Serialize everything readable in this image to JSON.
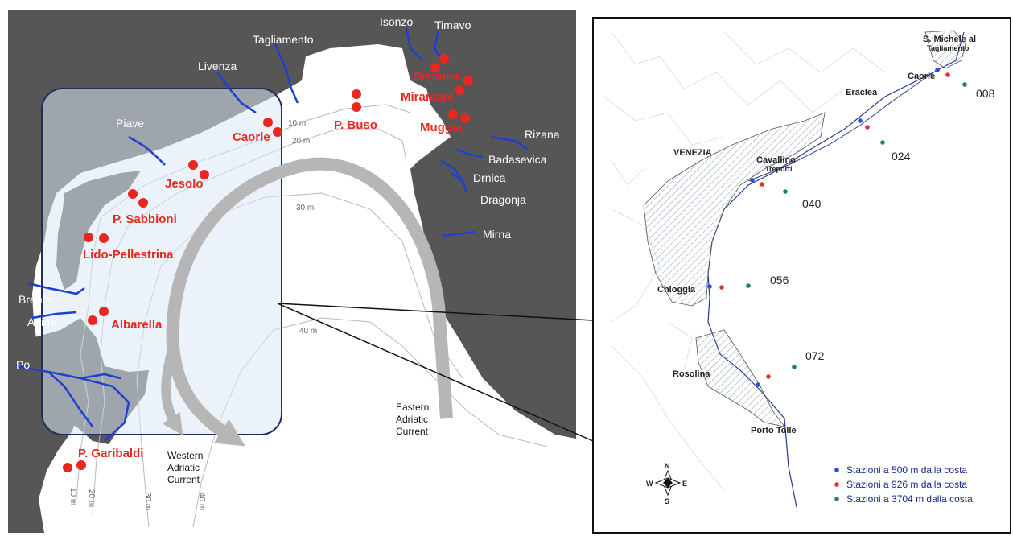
{
  "colors": {
    "land": "#565656",
    "sea": "#ffffff",
    "river": "#1f3fd1",
    "site": "#e8281e",
    "highlight_fill": "#dbe7f6",
    "highlight_stroke": "#1f2f5a",
    "current": "#b6b6b6",
    "station_500": "#2a4fd8",
    "station_926": "#e03030",
    "station_3704": "#1e8a4a"
  },
  "left_map": {
    "rivers": [
      "Isonzo",
      "Timavo",
      "Tagliamento",
      "Livenza",
      "Piave",
      "Rizana",
      "Badasevica",
      "Drnica",
      "Dragonja",
      "Mirna",
      "Brenta",
      "Adige",
      "Po"
    ],
    "sites": [
      "Sistiana",
      "Miramare",
      "Muggia",
      "P. Buso",
      "Caorle",
      "Jesolo",
      "P. Sabbioni",
      "Lido-Pellestrina",
      "Albarella",
      "P. Garibaldi"
    ],
    "depths": [
      "10 m",
      "20 m",
      "30 m",
      "40 m",
      "10 m",
      "20 m",
      "30 m",
      "40 m"
    ],
    "currents": [
      {
        "lines": [
          "Western",
          "Adriatic",
          "Current"
        ]
      },
      {
        "lines": [
          "Eastern",
          "Adriatic",
          "Current"
        ]
      }
    ]
  },
  "right_map": {
    "towns": [
      "S. Michele al",
      "Tagliamento",
      "Caorle",
      "Eraclea",
      "VENEZIA",
      "Cavallino",
      "Treporti",
      "Chioggia",
      "Rosolina",
      "Porto Tolle"
    ],
    "transects": [
      "008",
      "024",
      "040",
      "056",
      "072"
    ],
    "compass": {
      "n": "N",
      "s": "S",
      "e": "E",
      "w": "W"
    },
    "legend": [
      {
        "label": "Stazioni a 500 m dalla costa",
        "color": "#2a4fd8"
      },
      {
        "label": "Stazioni a 926 m dalla costa",
        "color": "#e03030"
      },
      {
        "label": "Stazioni a 3704 m dalla costa",
        "color": "#1e8a4a"
      }
    ]
  }
}
